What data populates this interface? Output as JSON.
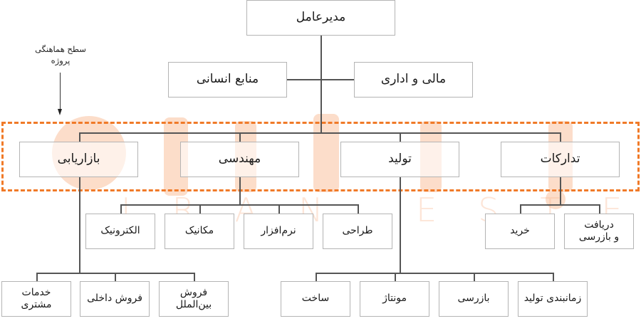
{
  "colors": {
    "coordination_border": "#f07a28",
    "node_border": "#b4b4b4",
    "connector": "#555555",
    "watermark": "#f9b48a"
  },
  "annotation": {
    "label": "سطح هماهنگی\nپروژه",
    "icon": "arrow-down-icon"
  },
  "watermark": {
    "text": "IRAN ESTEKHDAM"
  },
  "chart": {
    "ceo": "مدیرعامل",
    "staff": {
      "hr": "منابع انسانی",
      "finance": "مالی و اداری"
    },
    "departments": {
      "marketing": {
        "label": "بازاریابی",
        "children": [
          "خدمات\nمشتری",
          "فروش داخلی",
          "فروش\nبین‌الملل"
        ]
      },
      "engineering": {
        "label": "مهندسی",
        "children": [
          "الکترونیک",
          "مکانیک",
          "نرم‌افزار",
          "طراحی"
        ]
      },
      "production": {
        "label": "تولید",
        "children": [
          "ساخت",
          "مونتاژ",
          "بازرسی",
          "زمانبندی تولید"
        ]
      },
      "procurement": {
        "label": "تدارکات",
        "children": [
          "خرید",
          "دریافت\nو بازرسی"
        ]
      }
    }
  }
}
